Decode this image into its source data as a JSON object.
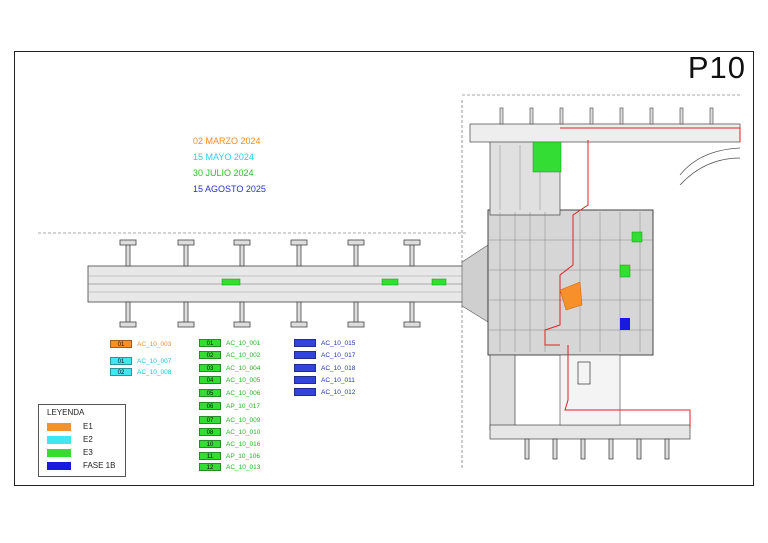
{
  "sheet": {
    "title": "P10"
  },
  "dates": [
    {
      "label": "02 MARZO 2024",
      "color": "#ff8c1a"
    },
    {
      "label": "15 MAYO 2024",
      "color": "#22d3e6"
    },
    {
      "label": "30 JULIO 2024",
      "color": "#22c322"
    },
    {
      "label": "15 AGOSTO 2025",
      "color": "#2233cc"
    }
  ],
  "groups": {
    "orange": {
      "color": "#f7902a",
      "text_color": "#f7902a",
      "items": [
        {
          "num": "01",
          "code": "AC_10_003"
        }
      ]
    },
    "cyan": {
      "color": "#40e6f0",
      "text_color": "#22c0d8",
      "items": [
        {
          "num": "01",
          "code": "AC_10_007"
        },
        {
          "num": "02",
          "code": "AC_10_008"
        }
      ]
    },
    "green": {
      "color": "#33dd33",
      "text_color": "#22b522",
      "items": [
        {
          "num": "01",
          "code": "AC_10_001"
        },
        {
          "num": "02",
          "code": "AC_10_002"
        },
        {
          "num": "03",
          "code": "AC_10_004"
        },
        {
          "num": "04",
          "code": "AC_10_005"
        },
        {
          "num": "05",
          "code": "AC_10_006"
        },
        {
          "num": "06",
          "code": "AP_10_017"
        },
        {
          "num": "07",
          "code": "AC_10_009"
        },
        {
          "num": "08",
          "code": "AC_10_010"
        },
        {
          "num": "10",
          "code": "AC_10_016"
        },
        {
          "num": "11",
          "code": "AP_10_106"
        },
        {
          "num": "12",
          "code": "AC_10_013"
        }
      ]
    },
    "blue": {
      "color": "#3344dd",
      "text_color": "#2233bb",
      "items": [
        {
          "num": "",
          "code": "AC_10_015"
        },
        {
          "num": "",
          "code": "AC_10_017"
        },
        {
          "num": "",
          "code": "AC_10_018"
        },
        {
          "num": "",
          "code": "AC_10_011"
        },
        {
          "num": "",
          "code": "AC_10_012"
        }
      ]
    }
  },
  "legend": {
    "title": "LEYENDA",
    "items": [
      {
        "label": "E1",
        "color": "#f7902a"
      },
      {
        "label": "E2",
        "color": "#40e6f0"
      },
      {
        "label": "E3",
        "color": "#33dd33"
      },
      {
        "label": "FASE 1B",
        "color": "#1a1add"
      }
    ]
  }
}
